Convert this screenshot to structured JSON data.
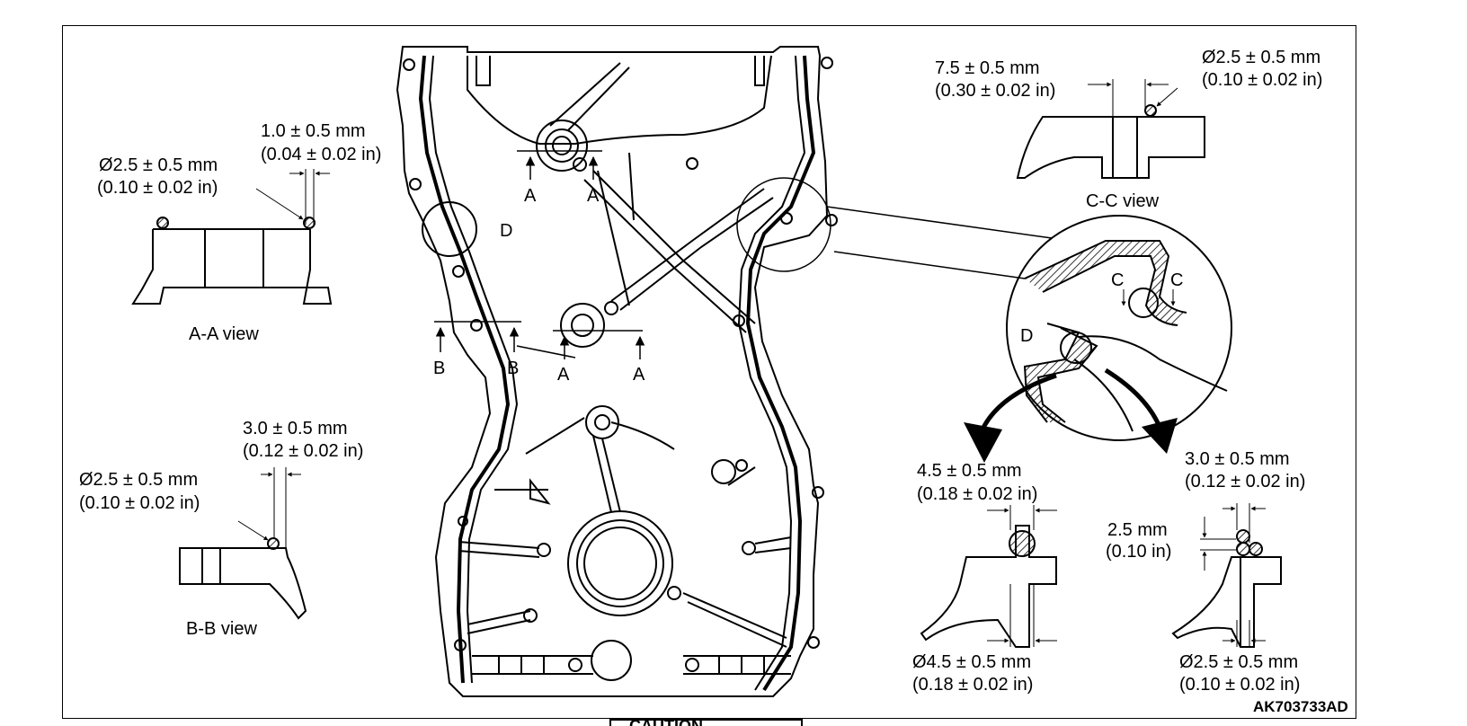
{
  "labels": {
    "aa_dim_top_mm": "1.0 ± 0.5 mm",
    "aa_dim_top_in": "(0.04 ± 0.02 in)",
    "aa_dia_mm": "Ø2.5 ± 0.5 mm",
    "aa_dia_in": "(0.10 ± 0.02 in)",
    "aa_view": "A-A view",
    "bb_dim_top_mm": "3.0 ± 0.5 mm",
    "bb_dim_top_in": "(0.12 ± 0.02 in)",
    "bb_dia_mm": "Ø2.5 ± 0.5 mm",
    "bb_dia_in": "(0.10 ± 0.02 in)",
    "bb_view": "B-B view",
    "cc_dim_left_mm": "7.5 ± 0.5 mm",
    "cc_dim_left_in": "(0.30 ± 0.02 in)",
    "cc_dia_mm": "Ø2.5 ± 0.5 mm",
    "cc_dia_in": "(0.10 ± 0.02 in)",
    "cc_view": "C-C view",
    "d1_top_mm": "4.5 ± 0.5 mm",
    "d1_top_in": "(0.18 ± 0.02 in)",
    "d1_bot_mm": "Ø4.5 ± 0.5 mm",
    "d1_bot_in": "(0.18 ± 0.02 in)",
    "d2_top_mm": "3.0 ± 0.5 mm",
    "d2_top_in": "(0.12 ± 0.02 in)",
    "d2_mid_mm": "2.5 mm",
    "d2_mid_in": "(0.10 in)",
    "d2_bot_mm": "Ø2.5 ± 0.5 mm",
    "d2_bot_in": "(0.10 ± 0.02 in)",
    "figure_code": "AK703733AD",
    "caution": "CAUTION"
  },
  "letters": {
    "a": "A",
    "b": "B",
    "c": "C",
    "d": "D"
  }
}
